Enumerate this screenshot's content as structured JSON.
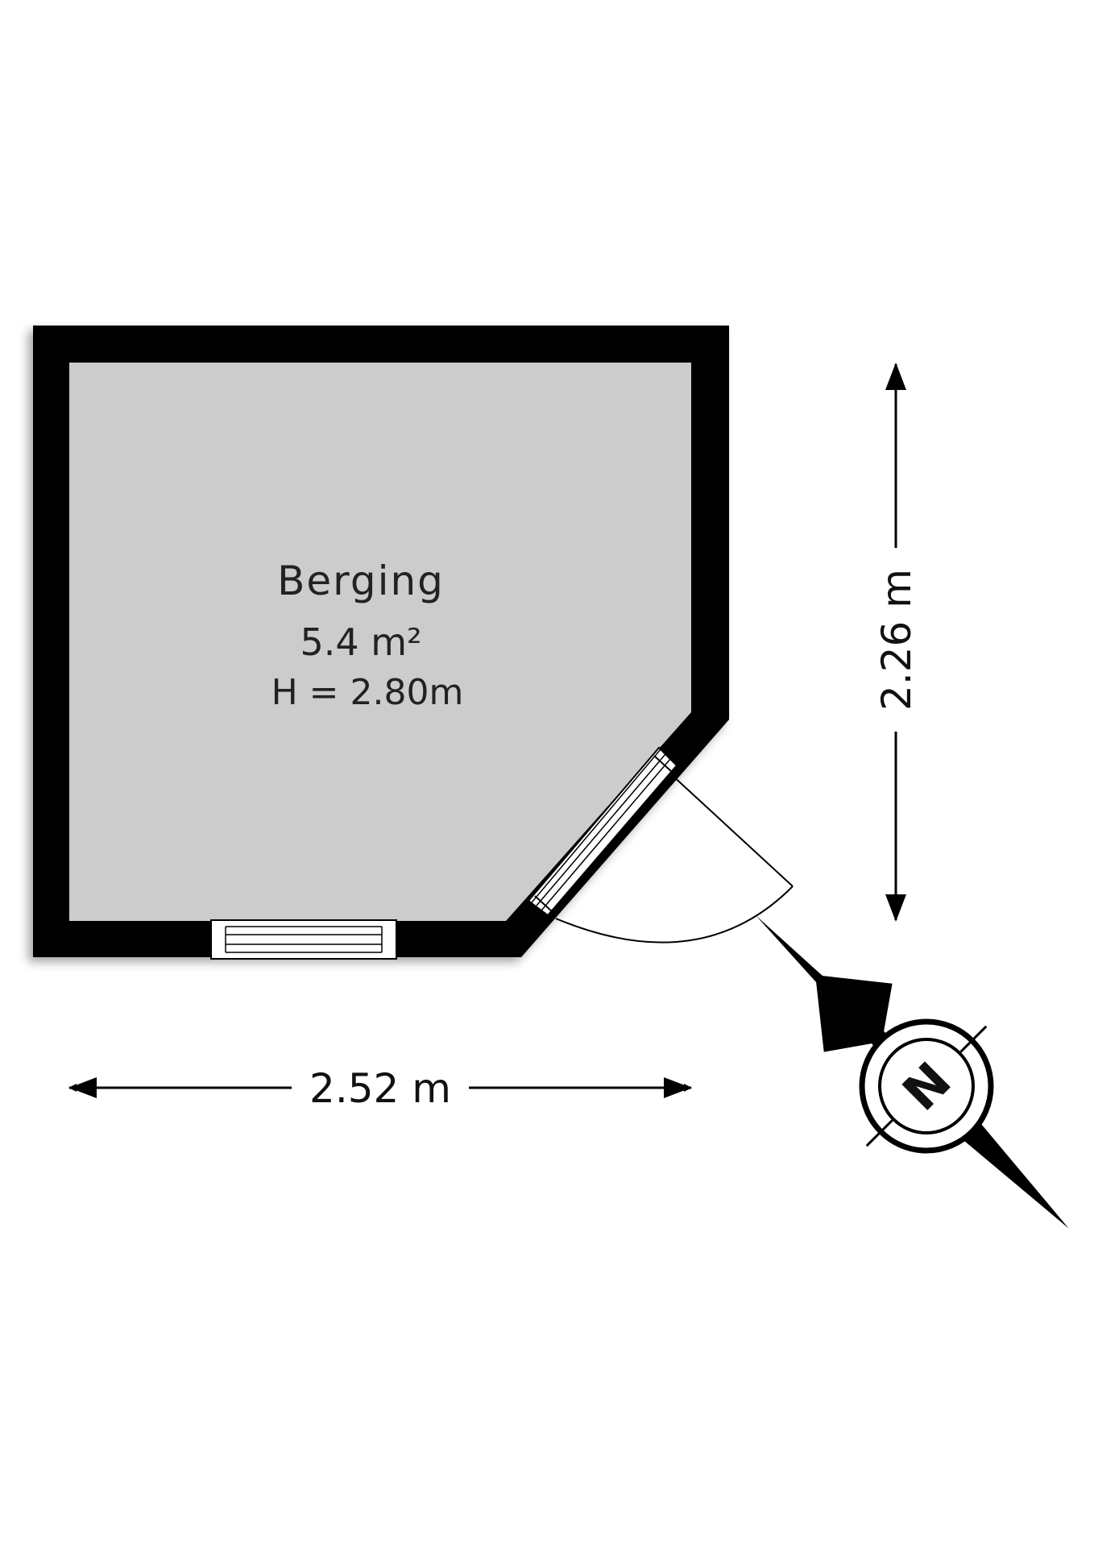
{
  "room": {
    "name": "Berging",
    "area": "5.4 m²",
    "height": "H = 2.80m"
  },
  "dimensions": {
    "width": "2.52 m",
    "depth": "2.26 m"
  },
  "compass": {
    "letter": "N"
  },
  "colors": {
    "wall": "#000000",
    "floor": "#cccccc",
    "background": "#ffffff"
  }
}
